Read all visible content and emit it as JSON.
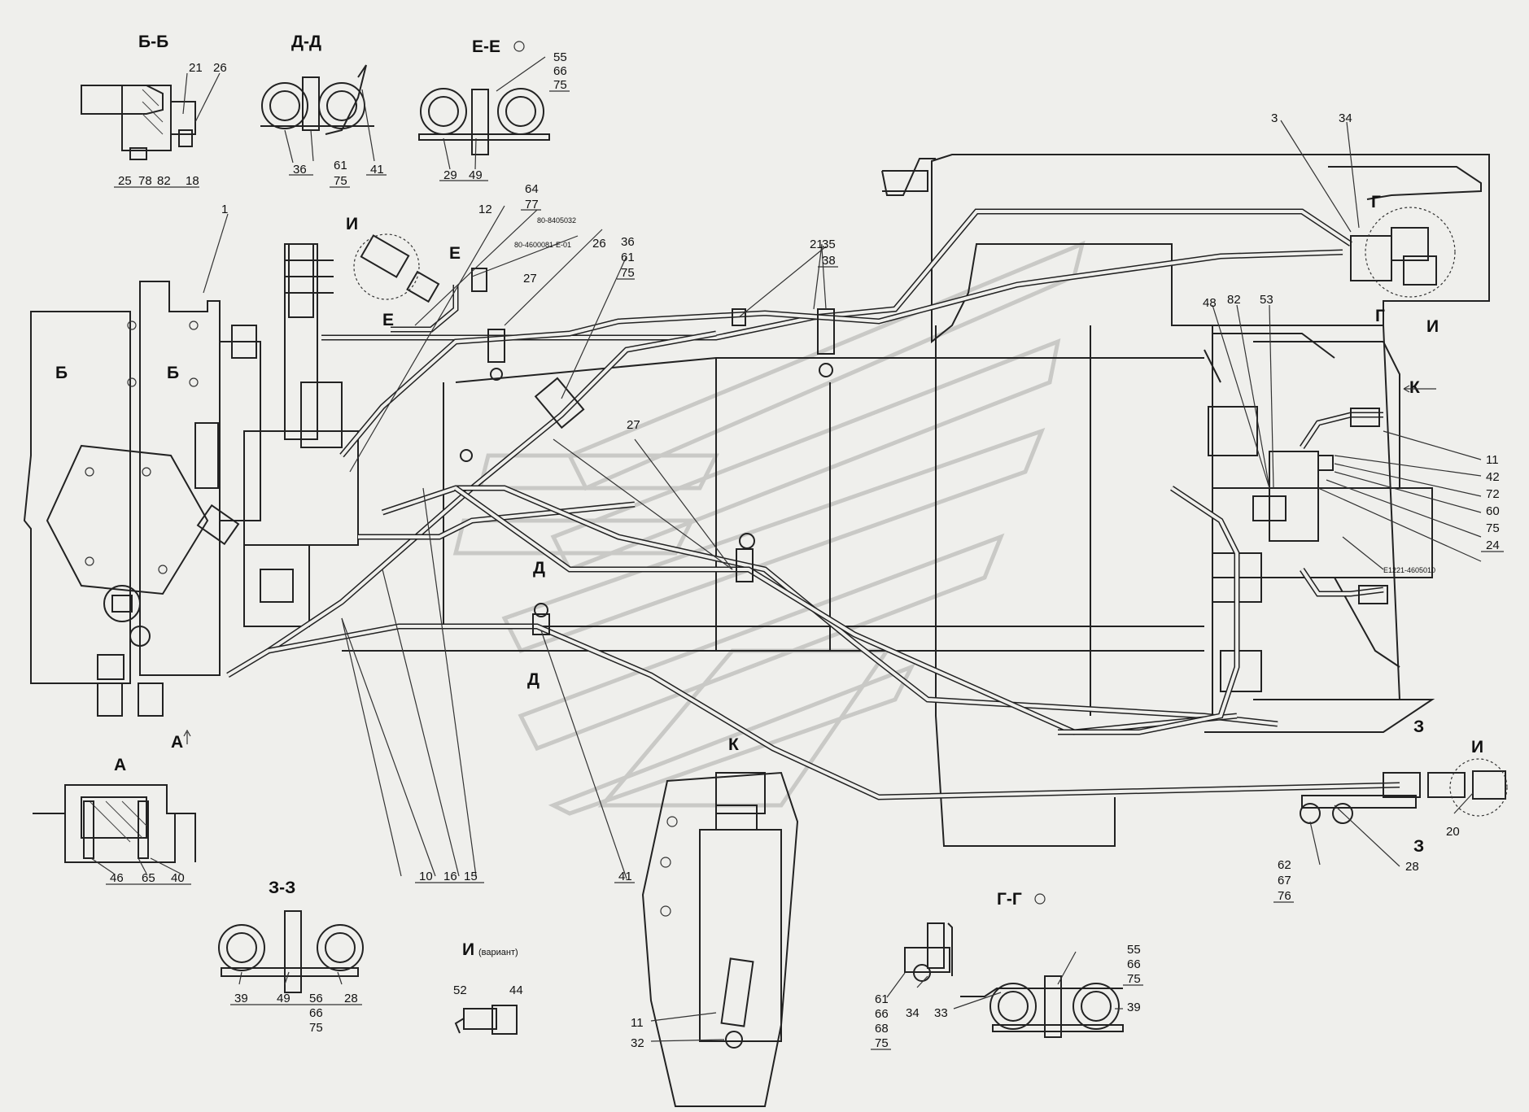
{
  "sections": {
    "bb": "Б-Б",
    "dd": "Д-Д",
    "ee": "Е-Е",
    "a": "А",
    "zz": "З-З",
    "gg": "Г-Г",
    "i_variant": "И",
    "i_variant_note": "(вариант)"
  },
  "view_markers": {
    "I_top": "И",
    "I_right": "И",
    "I_bottom": "И",
    "K_left": "К",
    "K_right": "К",
    "E1": "Е",
    "E2": "Е",
    "B1": "Б",
    "B2": "Б",
    "G1": "Г",
    "G2": "Г",
    "Z1": "З",
    "Z2": "З",
    "D1": "Д",
    "D2": "Д",
    "A": "А"
  },
  "part_numbers": {
    "p1": "1",
    "p3": "3",
    "p10": "10",
    "p11a": "11",
    "p11b": "11",
    "p12": "12",
    "p15": "15",
    "p16": "16",
    "p18": "18",
    "p20": "20",
    "p21a": "21",
    "p21b": "21",
    "p24": "24",
    "p25": "25",
    "p26a": "26",
    "p26b": "26",
    "p27a": "27",
    "p27b": "27",
    "p28a": "28",
    "p28b": "28",
    "p29": "29",
    "p32": "32",
    "p33": "33",
    "p34a": "34",
    "p34b": "34",
    "p35": "35",
    "p36a": "36",
    "p36b": "36",
    "p38": "38",
    "p39a": "39",
    "p39b": "39",
    "p40": "40",
    "p41a": "41",
    "p41b": "41",
    "p42": "42",
    "p44": "44",
    "p46": "46",
    "p48": "48",
    "p49a": "49",
    "p49b": "49",
    "p52": "52",
    "p53": "53",
    "p55a": "55",
    "p55b": "55",
    "p56": "56",
    "p60": "60",
    "p61a": "61",
    "p61b": "61",
    "p61c": "61",
    "p62": "62",
    "p64": "64",
    "p65": "65",
    "p66a": "66",
    "p66b": "66",
    "p66c": "66",
    "p66d": "66",
    "p67": "67",
    "p68": "68",
    "p72": "72",
    "p75a": "75",
    "p75b": "75",
    "p75c": "75",
    "p75d": "75",
    "p75e": "75",
    "p75f": "75",
    "p75g": "75",
    "p76": "76",
    "p77": "77",
    "p78": "78",
    "p82a": "82",
    "p82b": "82"
  },
  "drawing_codes": {
    "c1": "80-8405032",
    "c2": "80-4600081-Е-01",
    "c3": "Е1221-4605010"
  }
}
